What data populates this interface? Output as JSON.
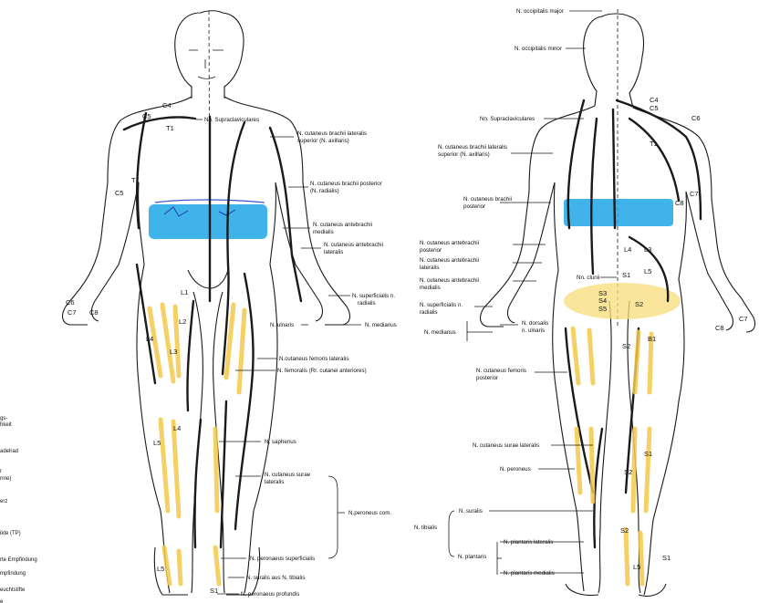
{
  "colors": {
    "dermatome_highlight": "#f3c94a",
    "band_highlight": "#1fa7e6",
    "line": "#1a1a1a"
  },
  "front": {
    "labels": {
      "supraclav": "Nn. Supraclaviculares",
      "cut_brachii_lat_sup": [
        "N. cutaneus brachii lateralis",
        "superior (N. axillaris)"
      ],
      "cut_brachii_post": [
        "N. cutaneus brachii posterior",
        "(N. radialis)"
      ],
      "cut_antebrachii_med": [
        "N. cutaneus antebrachii",
        "medialis"
      ],
      "cut_antebrachii_lat": [
        "N. cutaneus antebrachii",
        "lateralis"
      ],
      "superficialis_radialis": [
        "N. superficialis n.",
        "radialis"
      ],
      "ulnaris": "N. ulnaris",
      "medianus": "N. medianus",
      "cut_fem_lat": "N.cutaneus femoris lateralis",
      "femoralis": "N. femoralis (Rr. cutanei anteriores)",
      "saphenus": "N. saphenus",
      "cut_surae_lat": [
        "N. cutaneus surae",
        "lateralis"
      ],
      "peroneus_com": "N.peroneus com.",
      "peronaeus_superf": "N. peronaeus superficialis",
      "suralis_tibialis": "N. suralis aus N. tibialis",
      "peronaeus_prof": "N. peronaeus profundis"
    },
    "segments": {
      "c4": "C4",
      "c5": "C5",
      "t1_top": "T1",
      "t1_arm": "T1",
      "c5_arm": "C5",
      "c6": "C6",
      "c7": "C7",
      "c8": "C8",
      "l1": "L1",
      "l2": "L2",
      "l3": "L3",
      "l4_thigh": "L4",
      "l4_shin": "L4",
      "l5": "L5",
      "l5_foot": "L5",
      "s1_foot": "S1"
    }
  },
  "back": {
    "labels": {
      "occ_major": "N. occipitalis major",
      "occ_minor": "N. occipitalis minor",
      "supraclav": "Nn. Supraclaviculares",
      "cut_brachii_lat": [
        "N. cutaneus brachii lateralis",
        "superior (N. axillaris)"
      ],
      "cut_brachii_post": [
        "N. cutaneus brachii",
        "posterior"
      ],
      "cut_antebrachii_post": [
        "N. cutaneus antebrachii",
        "posterior"
      ],
      "cut_antebrachii_lat": [
        "N. cutaneus antebrachii",
        "lateralis"
      ],
      "cut_antebrachii_med": [
        "N. cutaneus antebrachii",
        "medialis"
      ],
      "superficialis_radialis": [
        "N. superficialis n.",
        "radialis"
      ],
      "medianus": "N. medianus",
      "dorsalis_ulnaris": [
        "N. dorsalis",
        "n. ulnaris"
      ],
      "cut_fem_post": [
        "N. cutaneus femoris",
        "posterior"
      ],
      "cut_surae_lat": "N. cutaneus surae lateralis",
      "peroneus": "N. peroneus",
      "suralis": "N. suralis",
      "tibialis": "N. tibialis",
      "plantaris": "N. plantaris",
      "plantaris_lat": "N. plantaris lateralis",
      "plantaris_med": "N. plantaris medialis",
      "clunii": "Nn. clunii"
    },
    "segments": {
      "c4": "C4",
      "c5": "C5",
      "c6": "C6",
      "t1": "T1",
      "c7": "C7",
      "c8_back": "C8",
      "c8_hand": "C8",
      "l3": "L3",
      "l4": "L4",
      "l5": "L5",
      "s1": "S1",
      "s3": "S3",
      "s4": "S4",
      "s5": "S5",
      "s2": "S2",
      "s2_thigh": "S2",
      "b1": "B1",
      "s2_calf": "S2",
      "s1_calf": "S1",
      "s2_heel": "S2",
      "l5_heel": "L5",
      "s1_heel": "S1"
    }
  },
  "legend_fragments": [
    "gs-",
    "hkeit",
    "adelrad",
    "r",
    "rme)",
    "erz",
    "ikte (TP)",
    "rte Empfindung",
    "mpfindung",
    "euchtstifte",
    "e"
  ]
}
